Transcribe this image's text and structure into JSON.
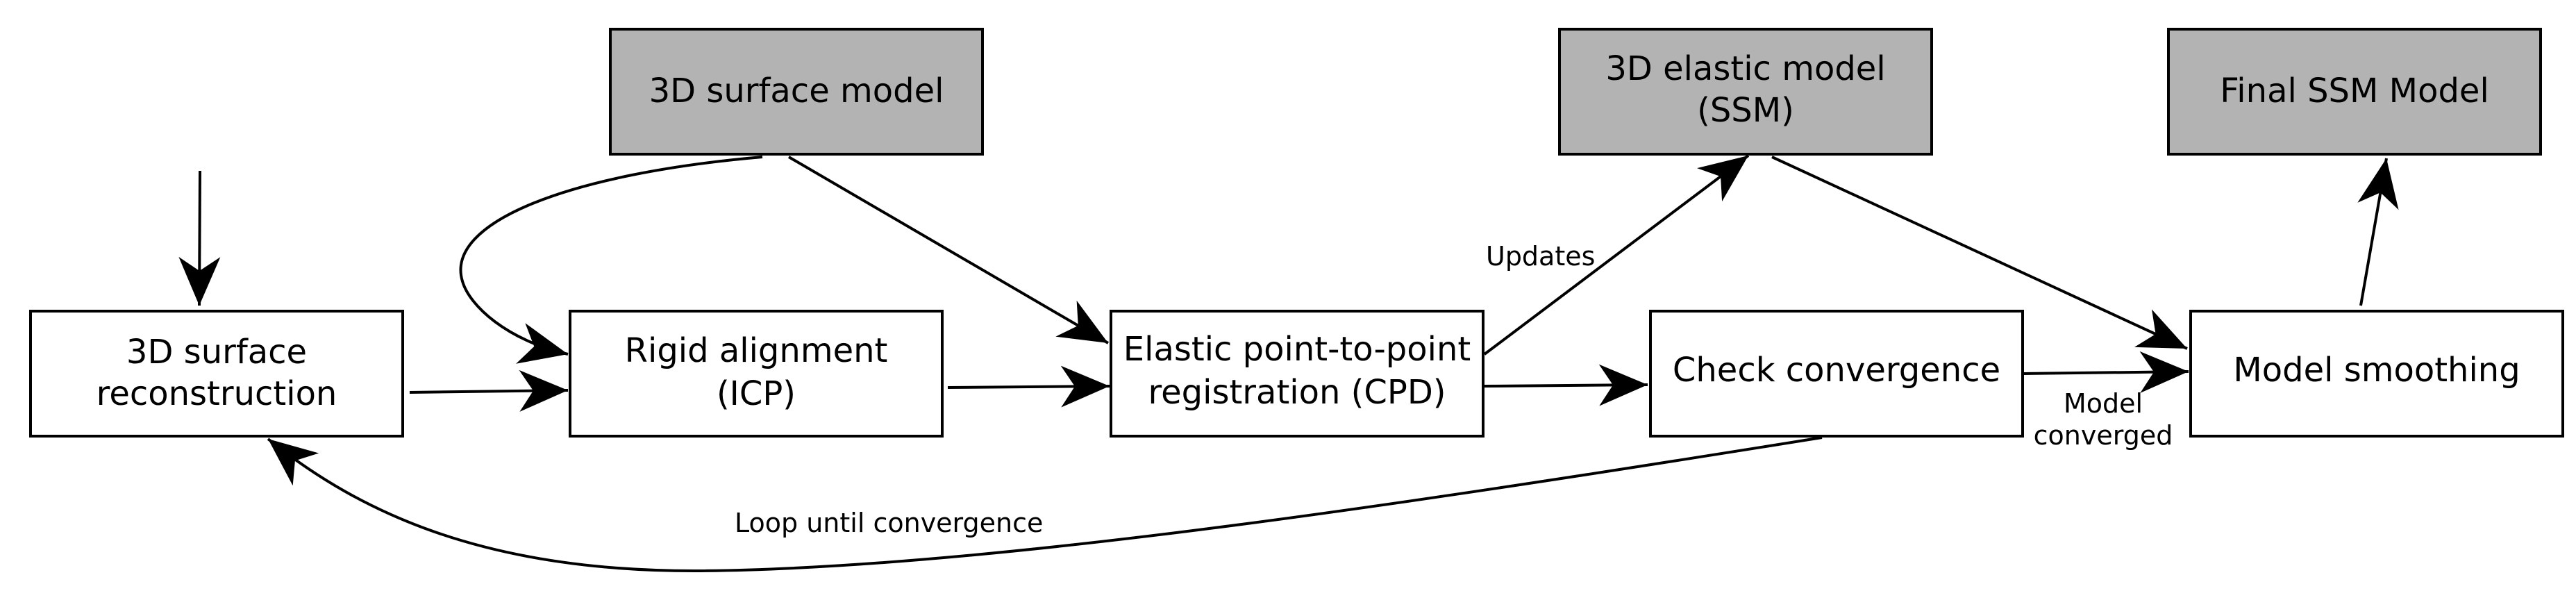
{
  "nodes": {
    "surface_recon": {
      "line1": "3D surface",
      "line2": "reconstruction",
      "style": "plain"
    },
    "rigid": {
      "line1": "Rigid alignment",
      "line2": "(ICP)",
      "style": "plain"
    },
    "elastic_reg": {
      "line1": "Elastic point-to-point",
      "line2": "registration (CPD)",
      "style": "plain"
    },
    "check": {
      "line1": "Check convergence",
      "style": "plain"
    },
    "smoothing": {
      "line1": "Model smoothing",
      "style": "plain"
    },
    "surface_model": {
      "line1": "3D surface model",
      "style": "shaded"
    },
    "elastic_model": {
      "line1": "3D elastic model",
      "line2": "(SSM)",
      "style": "shaded"
    },
    "final": {
      "line1": "Final SSM Model",
      "style": "shaded"
    }
  },
  "edge_labels": {
    "updates": "Updates",
    "converged_line1": "Model",
    "converged_line2": "converged",
    "loop": "Loop until convergence"
  },
  "colors": {
    "plain_fill": "#ffffff",
    "shaded_fill": "#b3b3b3",
    "stroke": "#000000"
  }
}
